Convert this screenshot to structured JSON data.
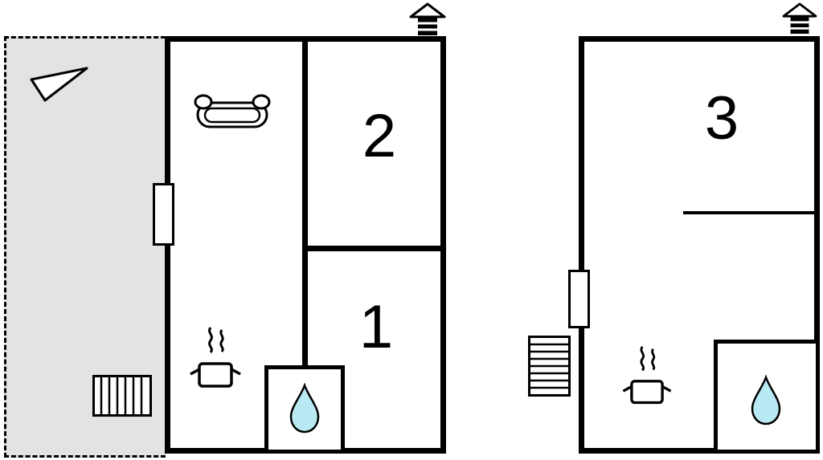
{
  "title": "floor-plan",
  "colors": {
    "wall": "#000000",
    "terrace_fill": "#e3e3e3",
    "water_drop": "#b9eaf4",
    "background": "#ffffff"
  },
  "left_plan": {
    "name": "main-floor-plan",
    "rooms": {
      "room1": "1",
      "room2": "2"
    },
    "icons": [
      "chimney-icon",
      "sofa-icon",
      "door-icon",
      "stove-pot-icon",
      "water-drop-icon",
      "stairs-icon",
      "direction-arrow-icon"
    ]
  },
  "right_plan": {
    "name": "second-floor-plan",
    "rooms": {
      "room3": "3"
    },
    "icons": [
      "chimney-icon",
      "door-icon",
      "stove-pot-icon",
      "water-drop-icon",
      "stairs-icon"
    ]
  }
}
